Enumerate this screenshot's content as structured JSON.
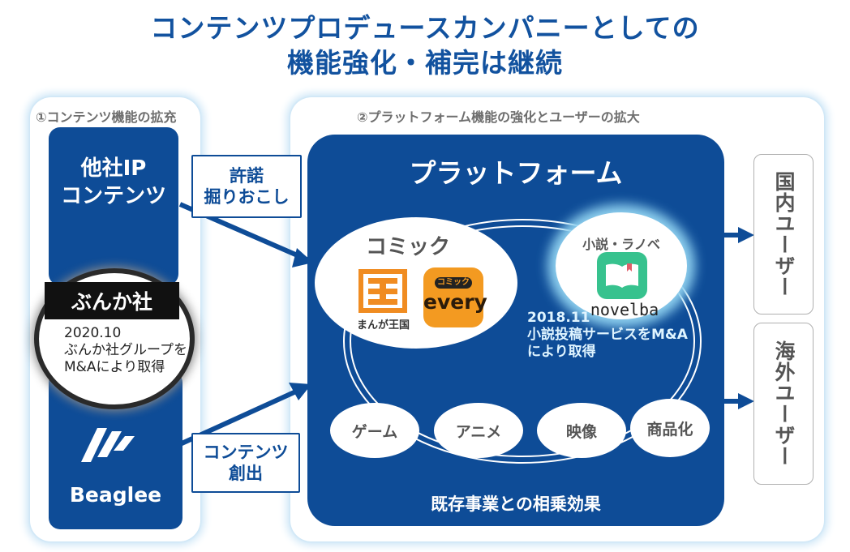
{
  "title": {
    "line1": "コンテンツプロデュースカンパニーとしての",
    "line2": "機能強化・補完は継続"
  },
  "left_panel": {
    "label": "①コンテンツ機能の拡充",
    "other_ip": "他社IP\nコンテンツ",
    "bunkasha": {
      "name": "ぶんか社",
      "note": "2020.10\nぶんか社グループを\nM&Aにより取得"
    },
    "beaglee": "Beaglee"
  },
  "callouts": {
    "license": "許諾\n掘りおこし",
    "creation": "コンテンツ\n創出"
  },
  "right_panel": {
    "label": "②プラットフォーム機能の強化とユーザーの拡大",
    "platform_title": "プラットフォーム",
    "comic": {
      "label": "コミック",
      "manga_oukoku": "まんが王国",
      "comic_every_top": "コミック",
      "comic_every": "every"
    },
    "novel": {
      "label": "小説・ラノベ",
      "app": "novelba",
      "note": "2018.11\n小説投稿サービスをM&A\nにより取得"
    },
    "businesses": [
      "ゲーム",
      "アニメ",
      "映像",
      "商品化"
    ],
    "synergy": "既存事業との相乗効果"
  },
  "users": {
    "domestic": "国内ユーザー",
    "overseas": "海外ユーザー"
  },
  "colors": {
    "navy": "#0e4c97",
    "title_blue": "#12529f",
    "manga_orange": "#f08c21",
    "novelba_green": "#37c28e",
    "note_cyan": "#dff4ff"
  }
}
